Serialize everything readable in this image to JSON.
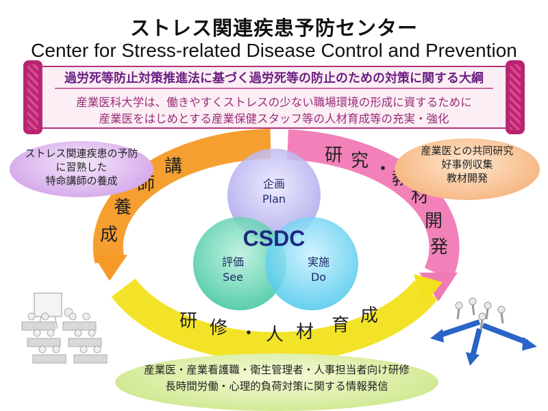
{
  "title": {
    "ja": "ストレス関連疾患予防センター",
    "en": "Center for Stress-related Disease Control and Prevention"
  },
  "banner": {
    "heading": "過労死等防止対策推進法に基づく過労死等の防止のための対策に関する大綱",
    "line1": "産業医科大学は、働きやすくストレスの少ない職場環境の形成に資するために",
    "line2": "産業医をはじめとする産業保健スタッフ等の人材育成等の充実・強化"
  },
  "left_bubble": {
    "lines": [
      "ストレス関連疾患の予防",
      "に習熟した",
      "特命講師の養成"
    ]
  },
  "right_bubble": {
    "lines": [
      "産業医との共同研究",
      "好事例収集",
      "教材開発"
    ]
  },
  "bottom_bubble": {
    "lines": [
      "産業医・産業看護職・衛生管理者・人事担当者向け研修",
      "長時間労働・心理的負荷対策に関する情報発信"
    ]
  },
  "ring": {
    "left_label": [
      "講",
      "師",
      "養",
      "成"
    ],
    "right_label": [
      "研",
      "究",
      "・",
      "教",
      "材",
      "開",
      "発"
    ],
    "bottom_label": [
      "研",
      "修",
      "・",
      "人",
      "材",
      "育",
      "成"
    ],
    "colors": {
      "left": "#f59a26",
      "right": "#f07ab4",
      "bottom": "#f2e11c"
    }
  },
  "venn": {
    "center": "CSDC",
    "plan": {
      "ja": "企画",
      "en": "Plan",
      "color": "#a8a2ea"
    },
    "see": {
      "ja": "評価",
      "en": "See",
      "color": "#3cc59e"
    },
    "do": {
      "ja": "実施",
      "en": "Do",
      "color": "#4ec8ec"
    }
  }
}
